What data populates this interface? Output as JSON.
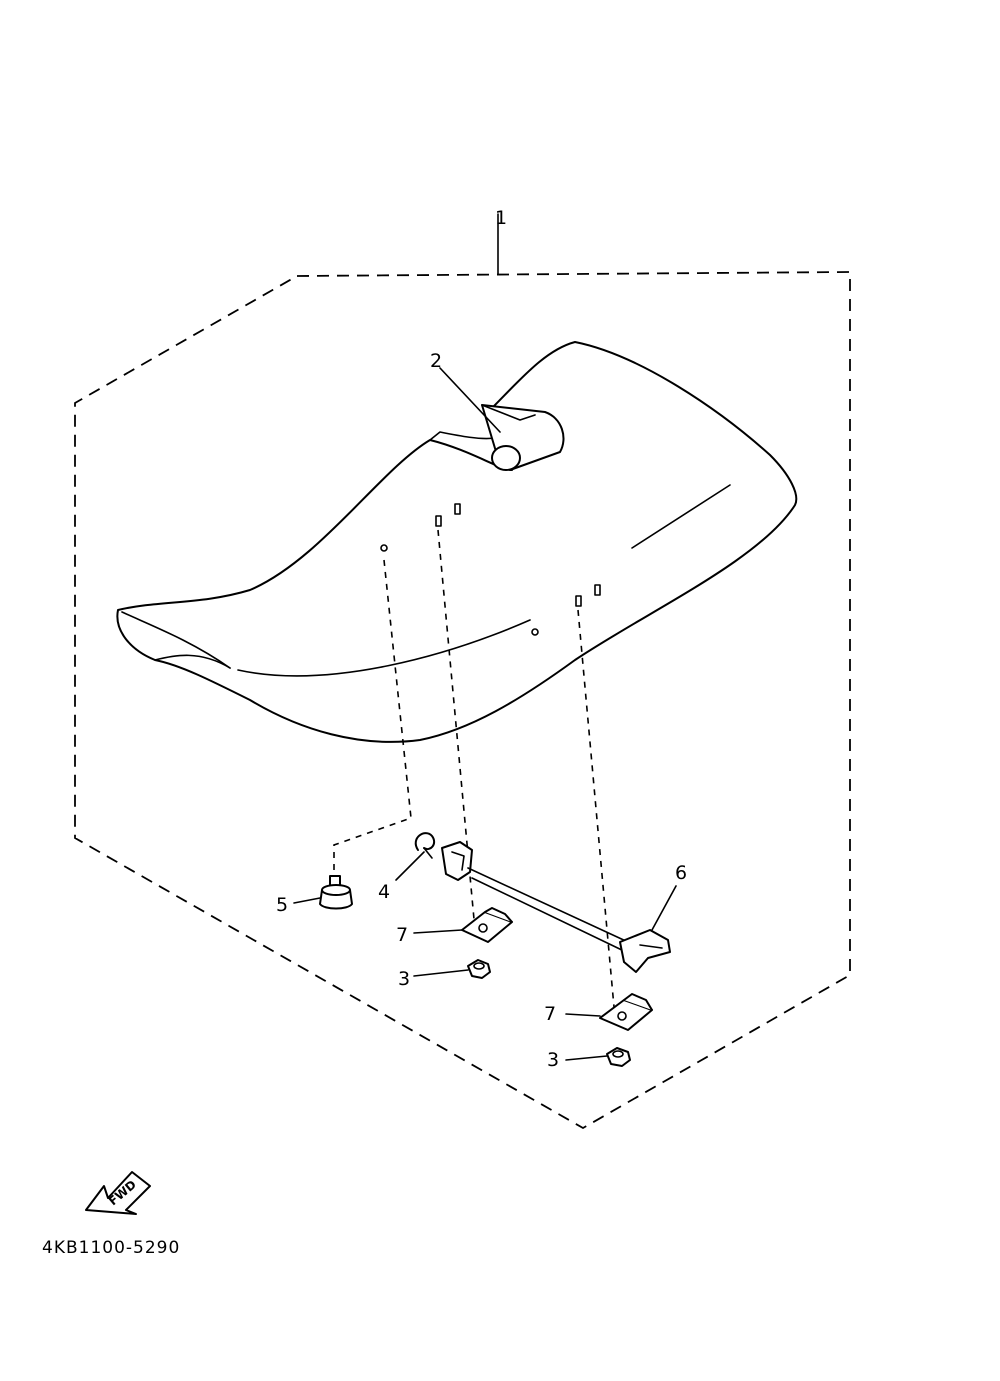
{
  "callouts": {
    "c1": "1",
    "c2": "2",
    "c3a": "3",
    "c3b": "3",
    "c4": "4",
    "c5": "5",
    "c6": "6",
    "c7a": "7",
    "c7b": "7"
  },
  "fwd_label": "FWD",
  "diagram_code": "4KB1100-5290"
}
